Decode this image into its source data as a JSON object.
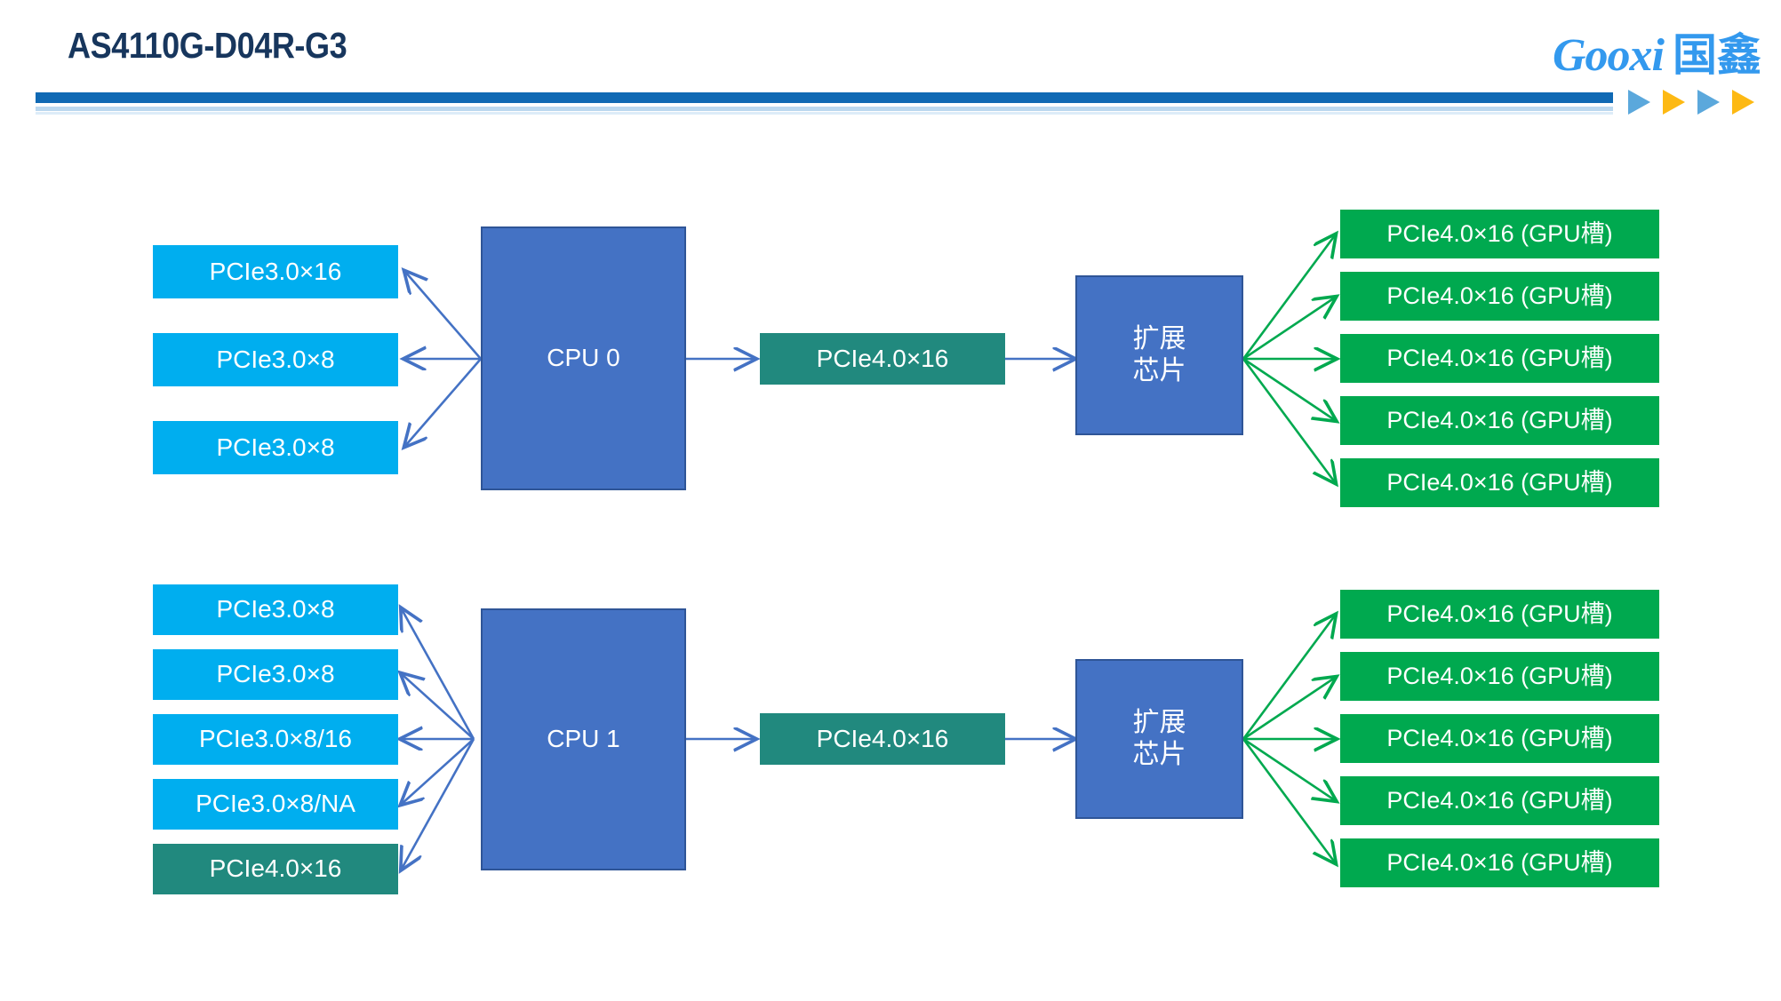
{
  "header": {
    "title": "AS4110G-D04R-G3",
    "brand_latin": "Gooxi",
    "brand_cjk": "国鑫",
    "accent_bar_color": "#1069B4",
    "title_color": "#17365D",
    "triangles": [
      "blue",
      "orange",
      "blue",
      "orange"
    ]
  },
  "palette": {
    "cyan": "#00AEEF",
    "teal": "#21897E",
    "green": "#00A94F",
    "cpu_blue": "#4472C4",
    "cpu_border": "#2F5597",
    "blue_arrow": "#4472C4",
    "green_arrow": "#00A94F"
  },
  "diagram": {
    "type": "block-diagram",
    "groups": [
      {
        "id": "cpu0-group",
        "cpu": {
          "label": "CPU 0"
        },
        "left_slots": [
          {
            "label": "PCIe3.0×16",
            "color": "cyan"
          },
          {
            "label": "PCIe3.0×8",
            "color": "cyan"
          },
          {
            "label": "PCIe3.0×8",
            "color": "cyan"
          }
        ],
        "uplink": {
          "label": "PCIe4.0×16",
          "color": "teal"
        },
        "switch": {
          "line1": "扩展",
          "line2": "芯片"
        },
        "gpu_slots": [
          {
            "label": "PCIe4.0×16 (GPU槽)",
            "color": "green"
          },
          {
            "label": "PCIe4.0×16 (GPU槽)",
            "color": "green"
          },
          {
            "label": "PCIe4.0×16 (GPU槽)",
            "color": "green"
          },
          {
            "label": "PCIe4.0×16 (GPU槽)",
            "color": "green"
          },
          {
            "label": "PCIe4.0×16 (GPU槽)",
            "color": "green"
          }
        ]
      },
      {
        "id": "cpu1-group",
        "cpu": {
          "label": "CPU 1"
        },
        "left_slots": [
          {
            "label": "PCIe3.0×8",
            "color": "cyan"
          },
          {
            "label": "PCIe3.0×8",
            "color": "cyan"
          },
          {
            "label": "PCIe3.0×8/16",
            "color": "cyan"
          },
          {
            "label": "PCIe3.0×8/NA",
            "color": "cyan"
          },
          {
            "label": "PCIe4.0×16",
            "color": "teal"
          }
        ],
        "uplink": {
          "label": "PCIe4.0×16",
          "color": "teal"
        },
        "switch": {
          "line1": "扩展",
          "line2": "芯片"
        },
        "gpu_slots": [
          {
            "label": "PCIe4.0×16 (GPU槽)",
            "color": "green"
          },
          {
            "label": "PCIe4.0×16 (GPU槽)",
            "color": "green"
          },
          {
            "label": "PCIe4.0×16 (GPU槽)",
            "color": "green"
          },
          {
            "label": "PCIe4.0×16 (GPU槽)",
            "color": "green"
          },
          {
            "label": "PCIe4.0×16 (GPU槽)",
            "color": "green"
          }
        ]
      }
    ]
  }
}
